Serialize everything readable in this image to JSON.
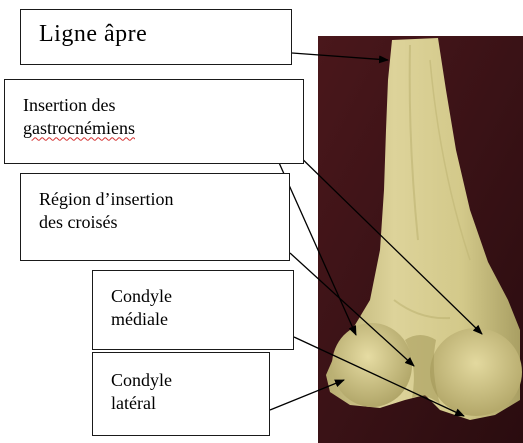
{
  "labels": {
    "ligne_apre": "Ligne âpre",
    "gastrocnemiens_line1": "Insertion des",
    "gastrocnemiens_line2": "gastrocnémiens",
    "croises_line1": "Région d’insertion",
    "croises_line2": "des croisés",
    "condyle_medial_line1": "Condyle",
    "condyle_medial_line2": "médiale",
    "condyle_lateral_line1": "Condyle",
    "condyle_lateral_line2": "latéral"
  },
  "colors": {
    "background": "#3a1216",
    "bone": "#d9cf8f",
    "arrow": "#000000",
    "box_border": "#1a1a1a",
    "spellcheck_underline": "#d23030"
  }
}
